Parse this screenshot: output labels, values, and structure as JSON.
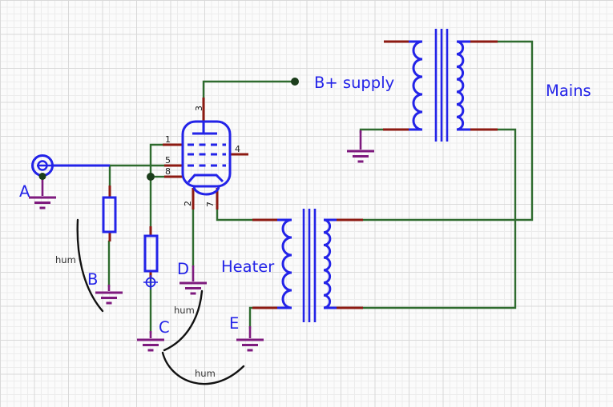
{
  "schematic": {
    "supply_label": "B+ supply",
    "mains_label": "Mains",
    "heater_label": "Heater",
    "ground_points": {
      "a": "A",
      "b": "B",
      "c": "C",
      "d": "D",
      "e": "E"
    },
    "hum_annotations": {
      "ab": "hum",
      "dc": "hum",
      "ce": "hum"
    },
    "tube_pin_numbers": {
      "pin1": "1",
      "pin2": "2",
      "pin3": "3",
      "pin4": "4",
      "pin5": "5",
      "pin7": "7",
      "pin8": "8"
    },
    "colors": {
      "component_outline": "#2323e8",
      "wire": "#2e6b2e",
      "pin_lead": "#8c1a12",
      "ground": "#7e1a7e",
      "junction_dot": "#1b3d1b",
      "hum_annotation": "#121212",
      "label_text": "#2323e8",
      "pin_text": "#1a1a1a"
    }
  }
}
